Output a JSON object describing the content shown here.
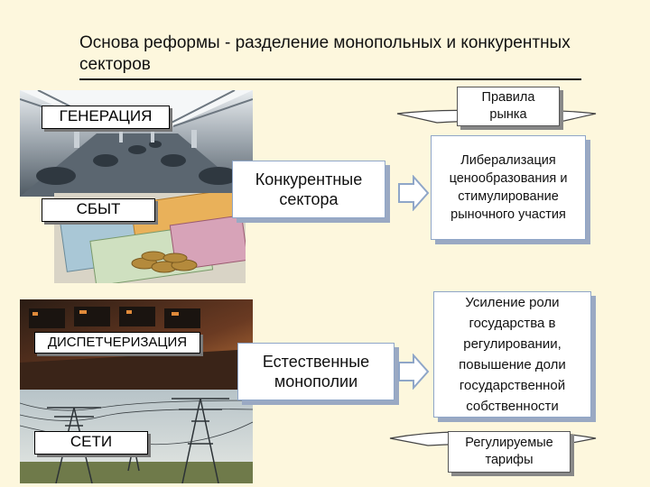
{
  "title": "Основа реформы - разделение монопольных и конкурентных секторов",
  "photos": {
    "generation_label": "ГЕНЕРАЦИЯ",
    "sales_label": "СБЫТ",
    "dispatch_label": "ДИСПЕТЧЕРИЗАЦИЯ",
    "grids_label": "СЕТИ"
  },
  "sectors": {
    "competitive": "Конкурентные сектора",
    "natural_monopolies": "Естественные монополии"
  },
  "policies": {
    "liberalization": "Либерализация ценообразования и стимулирование рыночного участия",
    "state_role": "Усиление роли государства в регулировании, повышение доли государственной собственности"
  },
  "tags": {
    "market_rules": "Правила рынка",
    "regulated_tariffs": "Регулируемые тарифы"
  },
  "colors": {
    "background": "#fdf7dd",
    "box_border": "#8fa6c8",
    "box_shadow": "#9aa9c3"
  }
}
